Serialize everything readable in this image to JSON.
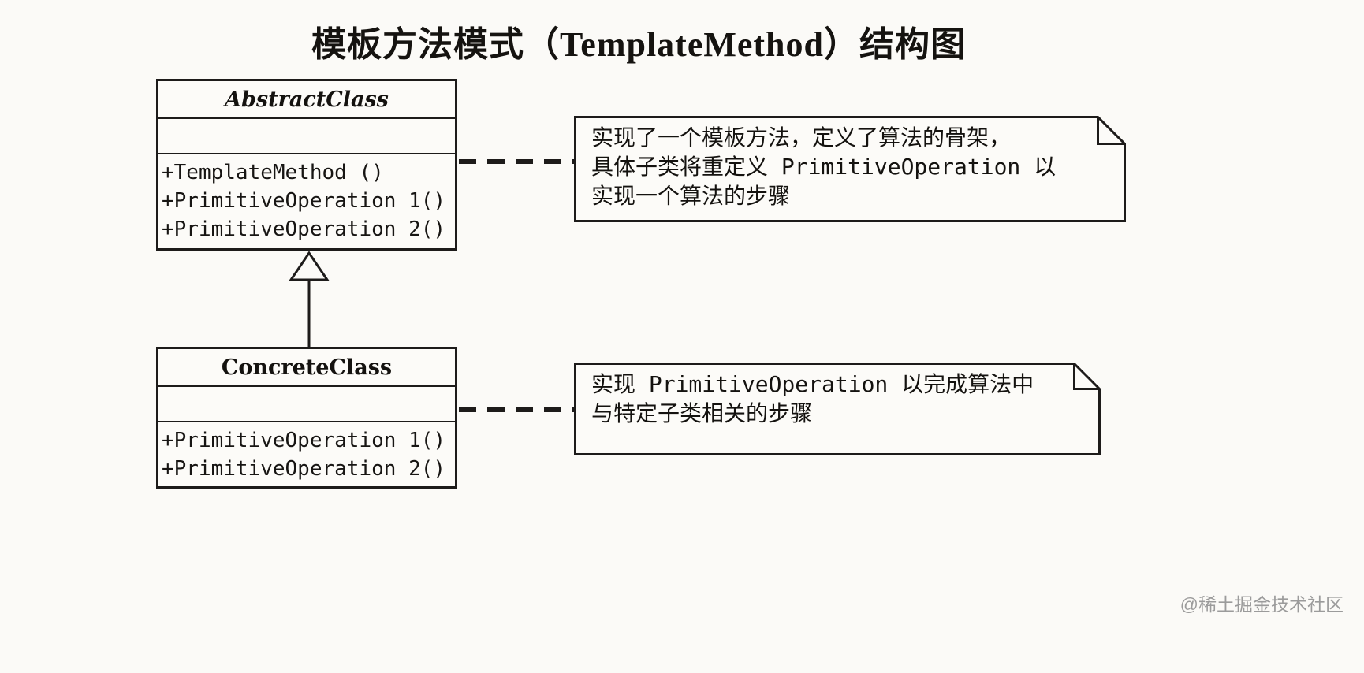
{
  "title": "模板方法模式（TemplateMethod）结构图",
  "diagram": {
    "abstract_class": {
      "name": "AbstractClass",
      "methods": [
        "+TemplateMethod ()",
        "+PrimitiveOperation 1()",
        "+PrimitiveOperation 2()"
      ]
    },
    "concrete_class": {
      "name": "ConcreteClass",
      "methods": [
        "+PrimitiveOperation 1()",
        "+PrimitiveOperation 2()"
      ]
    },
    "notes": {
      "abstract_note": "实现了一个模板方法，定义了算法的骨架，\n具体子类将重定义 PrimitiveOperation 以\n实现一个算法的步骤",
      "concrete_note": "实现 PrimitiveOperation 以完成算法中\n与特定子类相关的步骤"
    }
  },
  "watermark": "@稀土掘金技术社区",
  "colors": {
    "ink": "#1d1b1a",
    "paper": "#fbfaf7",
    "watermark": "#9b9b9b"
  }
}
